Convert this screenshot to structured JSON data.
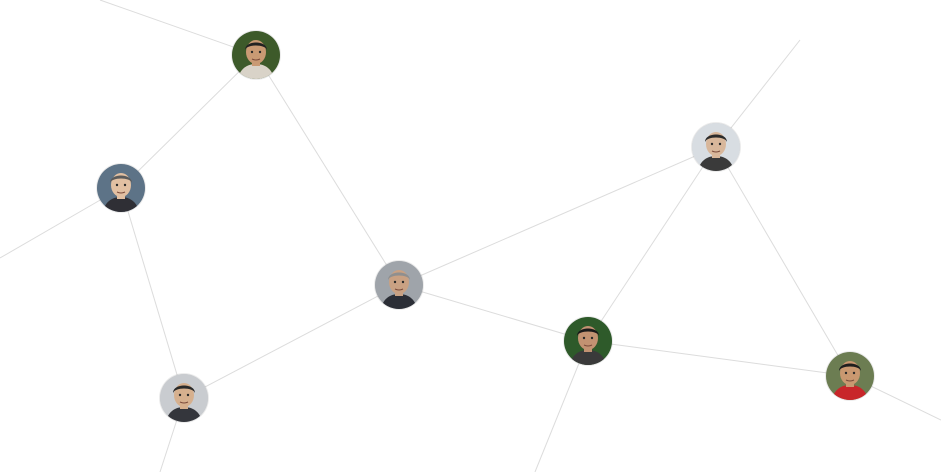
{
  "graph": {
    "line_color": "#dcdcdc",
    "nodes": [
      {
        "id": "p1",
        "icon": "person-portrait-icon",
        "bg": "#3d5a2a",
        "skin": "#c99a74",
        "hair": "#222222",
        "cloth": "#d9d3c8"
      },
      {
        "id": "p2",
        "icon": "person-portrait-icon",
        "bg": "#5d7387",
        "skin": "#e2c0a2",
        "hair": "#5b5b5b",
        "cloth": "#2f2f35"
      },
      {
        "id": "p3",
        "icon": "person-portrait-icon",
        "bg": "#d8dde2",
        "skin": "#d8b79b",
        "hair": "#2b2b2b",
        "cloth": "#3a3a3a"
      },
      {
        "id": "p4",
        "icon": "person-portrait-icon",
        "bg": "#9fa4aa",
        "skin": "#c9a183",
        "hair": "#8f8f8f",
        "cloth": "#2b2e36"
      },
      {
        "id": "p5",
        "icon": "person-portrait-icon",
        "bg": "#2e5a2a",
        "skin": "#c29272",
        "hair": "#1a1a1a",
        "cloth": "#3a3a3a"
      },
      {
        "id": "p6",
        "icon": "person-portrait-icon",
        "bg": "#c9ccd0",
        "skin": "#d6b08e",
        "hair": "#2a2a2a",
        "cloth": "#34363c"
      },
      {
        "id": "p7",
        "icon": "person-portrait-icon",
        "bg": "#6c7d52",
        "skin": "#c99870",
        "hair": "#1e1e1e",
        "cloth": "#c8262a"
      }
    ]
  }
}
